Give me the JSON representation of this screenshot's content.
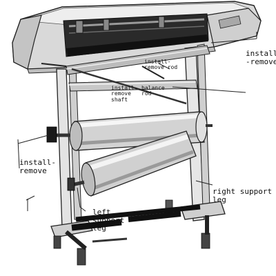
{
  "labels": {
    "install_remove_top_right": "install\n-remove",
    "install_remove_rod": "install-\nremove rod",
    "install_remove_shaft": "install-\nremove\nshaft",
    "balance_rod": "balance\nrod",
    "install_remove_left": "install-\nremove",
    "left_support_leg": "left\nsupport\nleg",
    "right_support_leg": "right support\nleg"
  }
}
